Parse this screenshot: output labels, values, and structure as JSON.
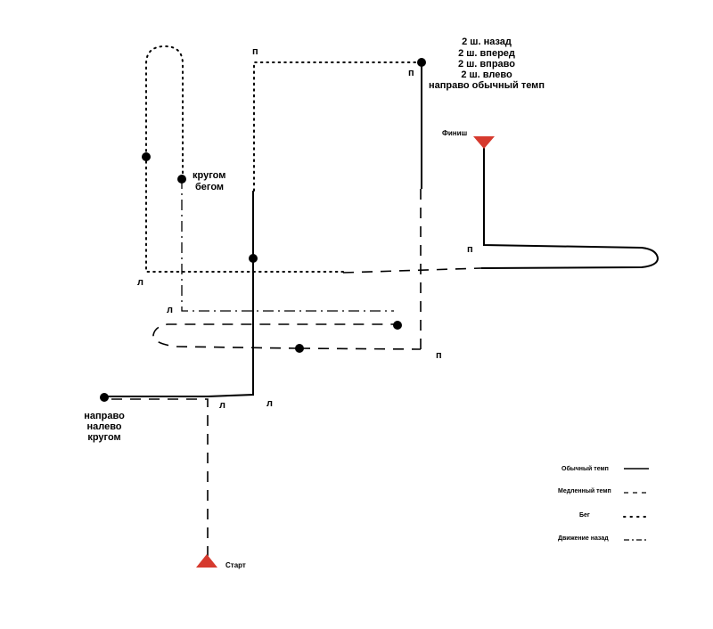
{
  "labels": {
    "start": "Старт",
    "finish": "Финиш",
    "turn_right": "п",
    "turn_left": "л"
  },
  "notes": {
    "top_right": [
      "2 ш. назад",
      "2 ш. вперед",
      "2 ш. вправо",
      "2 ш. влево",
      "направо обычный темп"
    ],
    "run_turn": [
      "кругом",
      "бегом"
    ],
    "bottom_left": [
      "направо",
      "налево",
      "кругом"
    ]
  },
  "legend": [
    {
      "label": "Обычный темп",
      "style": "solid"
    },
    {
      "label": "Медленный темп",
      "style": "dashed"
    },
    {
      "label": "Бег",
      "style": "dotted"
    },
    {
      "label": "Движение назад",
      "style": "dash-dot"
    }
  ],
  "colors": {
    "marker": "#d63a2e",
    "line": "#000000"
  }
}
